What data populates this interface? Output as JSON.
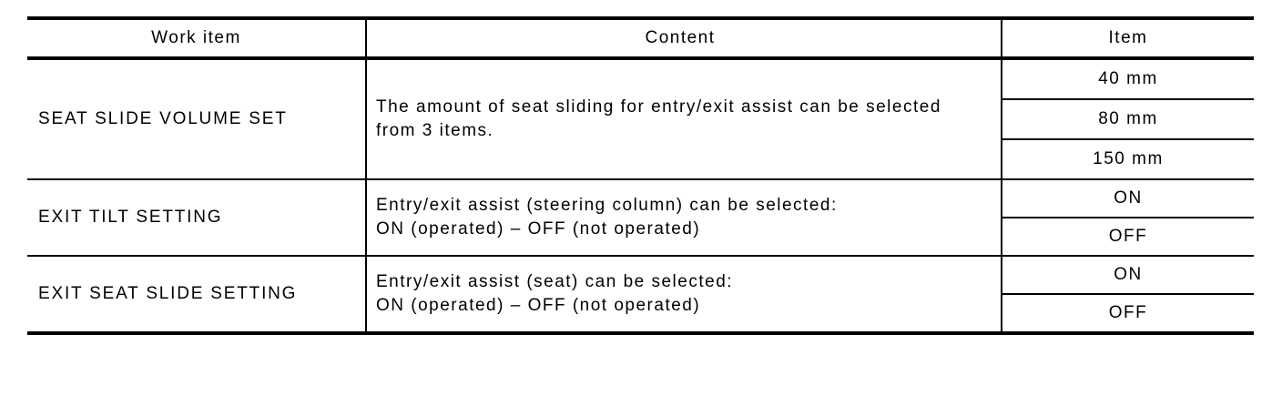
{
  "table": {
    "headers": {
      "work_item": "Work item",
      "content": "Content",
      "item": "Item"
    },
    "rows": [
      {
        "work_item": "SEAT SLIDE VOLUME SET",
        "content_lines": [
          "The amount of seat sliding for entry/exit assist can be selected",
          "from 3 items."
        ],
        "items": [
          "40 mm",
          "80 mm",
          "150 mm"
        ]
      },
      {
        "work_item": "EXIT TILT SETTING",
        "content_lines": [
          "Entry/exit assist (steering column) can be selected:",
          "ON (operated) – OFF (not operated)"
        ],
        "items": [
          "ON",
          "OFF"
        ]
      },
      {
        "work_item": "EXIT SEAT SLIDE SETTING",
        "content_lines": [
          "Entry/exit assist (seat) can be selected:",
          "ON (operated) – OFF (not operated)"
        ],
        "items": [
          "ON",
          "OFF"
        ]
      }
    ],
    "colors": {
      "border": "#000000",
      "background": "#ffffff",
      "text": "#000000"
    }
  }
}
